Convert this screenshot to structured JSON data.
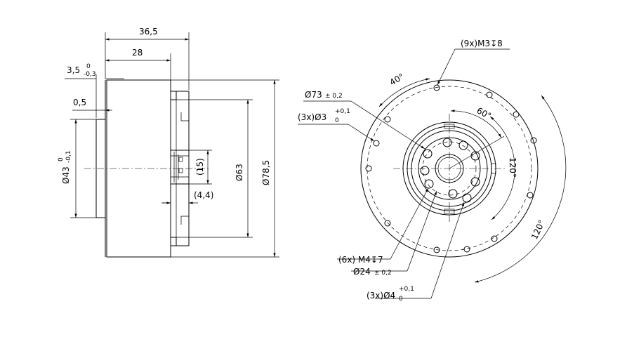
{
  "side_view": {
    "dim_length_total": "36,5",
    "dim_length_body": "28",
    "dim_flange": "3,5",
    "dim_flange_tol_upper": "0",
    "dim_flange_tol_lower": "-0,3",
    "dim_offset": "0,5",
    "dim_shoulder": "Ø43",
    "dim_shoulder_tol_upper": "0",
    "dim_shoulder_tol_lower": "-0,1",
    "dim_connector": "(15)",
    "dim_connector_depth": "(4,4)",
    "dim_rotor": "Ø63",
    "dim_outer": "Ø78,5"
  },
  "front_view": {
    "label_m3": "(9x)M3↧8",
    "label_d73": "Ø73",
    "label_d73_tol": "± 0,2",
    "label_d3": "(3x)Ø3",
    "label_d3_tol_upper": "+0,1",
    "label_d3_tol_lower": "0",
    "label_m4": "(6x) M4↧7",
    "label_d24": "Ø24",
    "label_d24_tol": "± 0,2",
    "label_d4": "(3x)Ø4",
    "label_d4_tol_upper": "+0,1",
    "label_d4_tol_lower": "0",
    "angle_40": "40°",
    "angle_60": "60°",
    "angle_120_inner": "120°",
    "angle_120_outer": "120°"
  }
}
